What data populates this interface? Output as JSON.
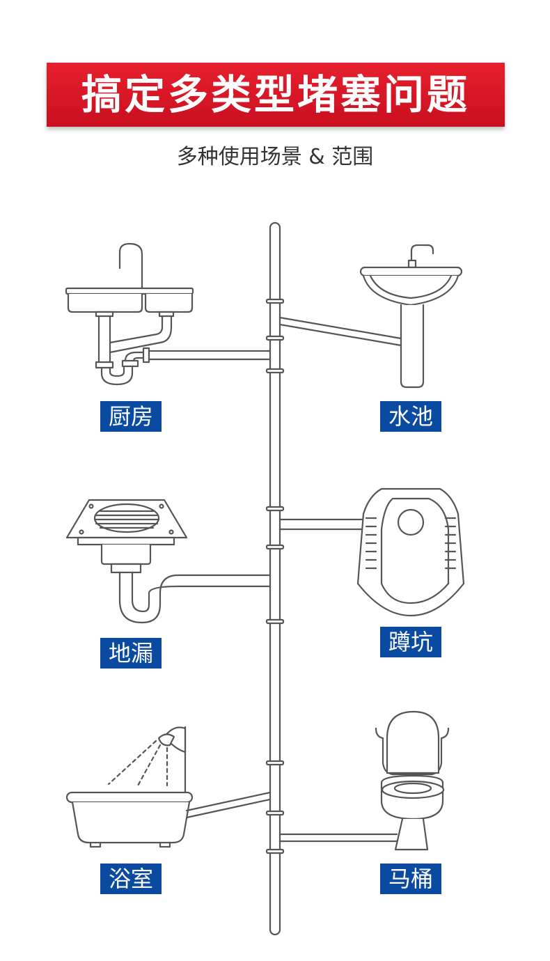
{
  "header": {
    "title": "搞定多类型堵塞问题",
    "subtitle": "多种使用场景 & 范围"
  },
  "labels": {
    "kitchen": "厨房",
    "basin": "水池",
    "floor_drain": "地漏",
    "squat_toilet": "蹲坑",
    "bathtub": "浴室",
    "toilet": "马桶"
  },
  "colors": {
    "banner": "#d9162a",
    "label_bg": "#0a4aa0",
    "line": "#555555"
  }
}
